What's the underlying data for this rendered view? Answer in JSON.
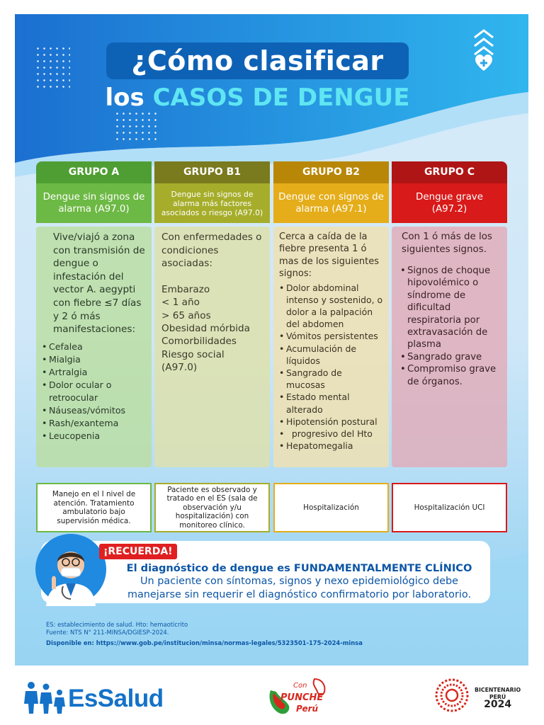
{
  "title": {
    "line1": "¿Cómo clasificar",
    "line2_plain": "los",
    "line2_highlight": "CASOS DE DENGUE"
  },
  "colors": {
    "group_a": "#4f9e33",
    "group_b1": "#7a7a1e",
    "group_b2": "#b98708",
    "group_c": "#b01515",
    "title_bg": "#0e62b6",
    "title_highlight": "#5fe6f2",
    "text_blue": "#0d56a6",
    "alert_red": "#e02020"
  },
  "groups": [
    {
      "header": "GRUPO A",
      "subtitle": "Dengue sin signos de alarma  (A97.0)",
      "intro": "Vive/viajó a zona con transmisión de dengue o infestación del vector A. aegypti con fiebre ≤7 días y 2 ó más manifestaciones:",
      "bullets": [
        "Cefalea",
        "Mialgia",
        "Artralgia",
        "Dolor ocular o retroocular",
        "Náuseas/vómitos",
        "Rash/exantema",
        "Leucopenia"
      ],
      "management": "Manejo en el I nivel de atención. Tratamiento ambulatorio bajo supervisión médica."
    },
    {
      "header": "GRUPO B1",
      "subtitle": "Dengue sin signos de alarma más factores asociados o riesgo (A97.0)",
      "intro": "Con enfermedades o condiciones asociadas:",
      "conditions": [
        "Embarazo",
        "< 1 año",
        "> 65 años",
        "Obesidad mórbida",
        "Comorbilidades",
        "Riesgo social",
        "(A97.0)"
      ],
      "management": "Paciente es observado y tratado en el ES (sala de observación y/u hospitalización) con monitoreo clínico."
    },
    {
      "header": "GRUPO B2",
      "subtitle": "Dengue con signos de alarma  (A97.1)",
      "intro": "Cerca a caída de la fiebre presenta 1 ó mas de los siguientes signos:",
      "bullets": [
        "Dolor abdominal intenso y sostenido, o dolor a la palpación del abdomen",
        "Vómitos persistentes",
        "Acumulación de líquidos",
        "Sangrado de mucosas",
        "Estado mental alterado",
        "Hipotensión postural",
        "  progresivo del Hto",
        "Hepatomegalia"
      ],
      "management": "Hospitalización"
    },
    {
      "header": "GRUPO C",
      "subtitle": "Dengue grave (A97.2)",
      "intro": "Con 1 ó más de los siguientes signos.",
      "bullets": [
        "Signos de choque hipovolémico o síndrome de dificultad respiratoria por extravasación de plasma",
        "Sangrado grave",
        "Compromiso grave de órganos."
      ],
      "management": "Hospitalización UCI"
    }
  ],
  "reminder": {
    "badge": "¡RECUERDA!",
    "headline_plain": "El diagnóstico de dengue es",
    "headline_bold": "FUNDAMENTALMENTE CLÍNICO",
    "text": "Un paciente con síntomas, signos y nexo epidemiológico debe manejarse sin requerir el diagnóstico confirmatorio por laboratorio."
  },
  "footnotes": {
    "abbrev": "ES: establecimiento de salud. Hto: hemaoticrito",
    "source": "Fuente: NTS N° 211-MINSA/DGIESP-2024.",
    "available_label": "Disponible en:",
    "available_url": "https://www.gob.pe/institucion/minsa/normas-legales/5323501-175-2024-minsa"
  },
  "logos": {
    "essalud": "EsSalud",
    "punche_top": "Con",
    "punche_mid": "PUNCHE",
    "punche_bottom": "Perú",
    "bicentenario": "BICENTENARIO",
    "peru": "PERÚ",
    "year": "2024"
  },
  "icons": [
    "chevron-up-icon",
    "heart-plus-icon",
    "doctor-illustration-icon"
  ]
}
